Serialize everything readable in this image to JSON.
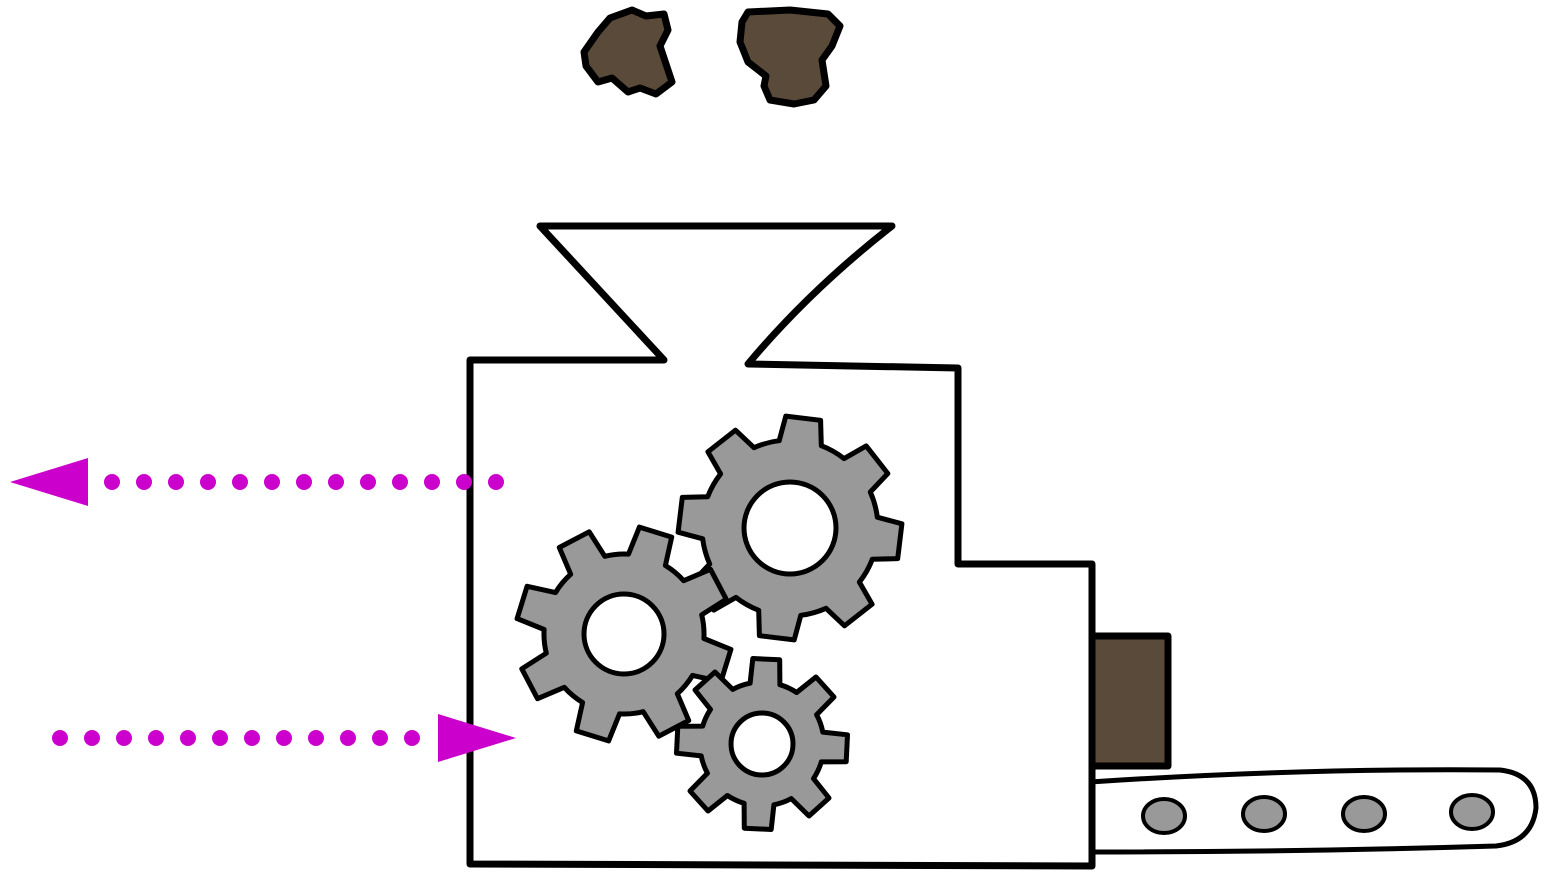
{
  "colors": {
    "background": "#ffffff",
    "outline": "#000000",
    "machine_fill": "#ffffff",
    "gear_fill": "#999999",
    "material_fill": "#5a4a3a",
    "conveyor_roller_fill": "#999999",
    "arrow_color": "#cc00cc"
  },
  "elements": {
    "raw_material_pieces": 2,
    "gears": 3,
    "conveyor_rollers": 4,
    "arrows": [
      {
        "direction": "left",
        "style": "dotted"
      },
      {
        "direction": "right",
        "style": "dotted"
      }
    ]
  },
  "icons": {
    "machine": "grinder-machine-icon",
    "hopper": "funnel-icon",
    "gear": "gear-icon",
    "conveyor": "conveyor-belt-icon",
    "output_arrow": "arrow-left-icon",
    "input_arrow": "arrow-right-icon"
  }
}
